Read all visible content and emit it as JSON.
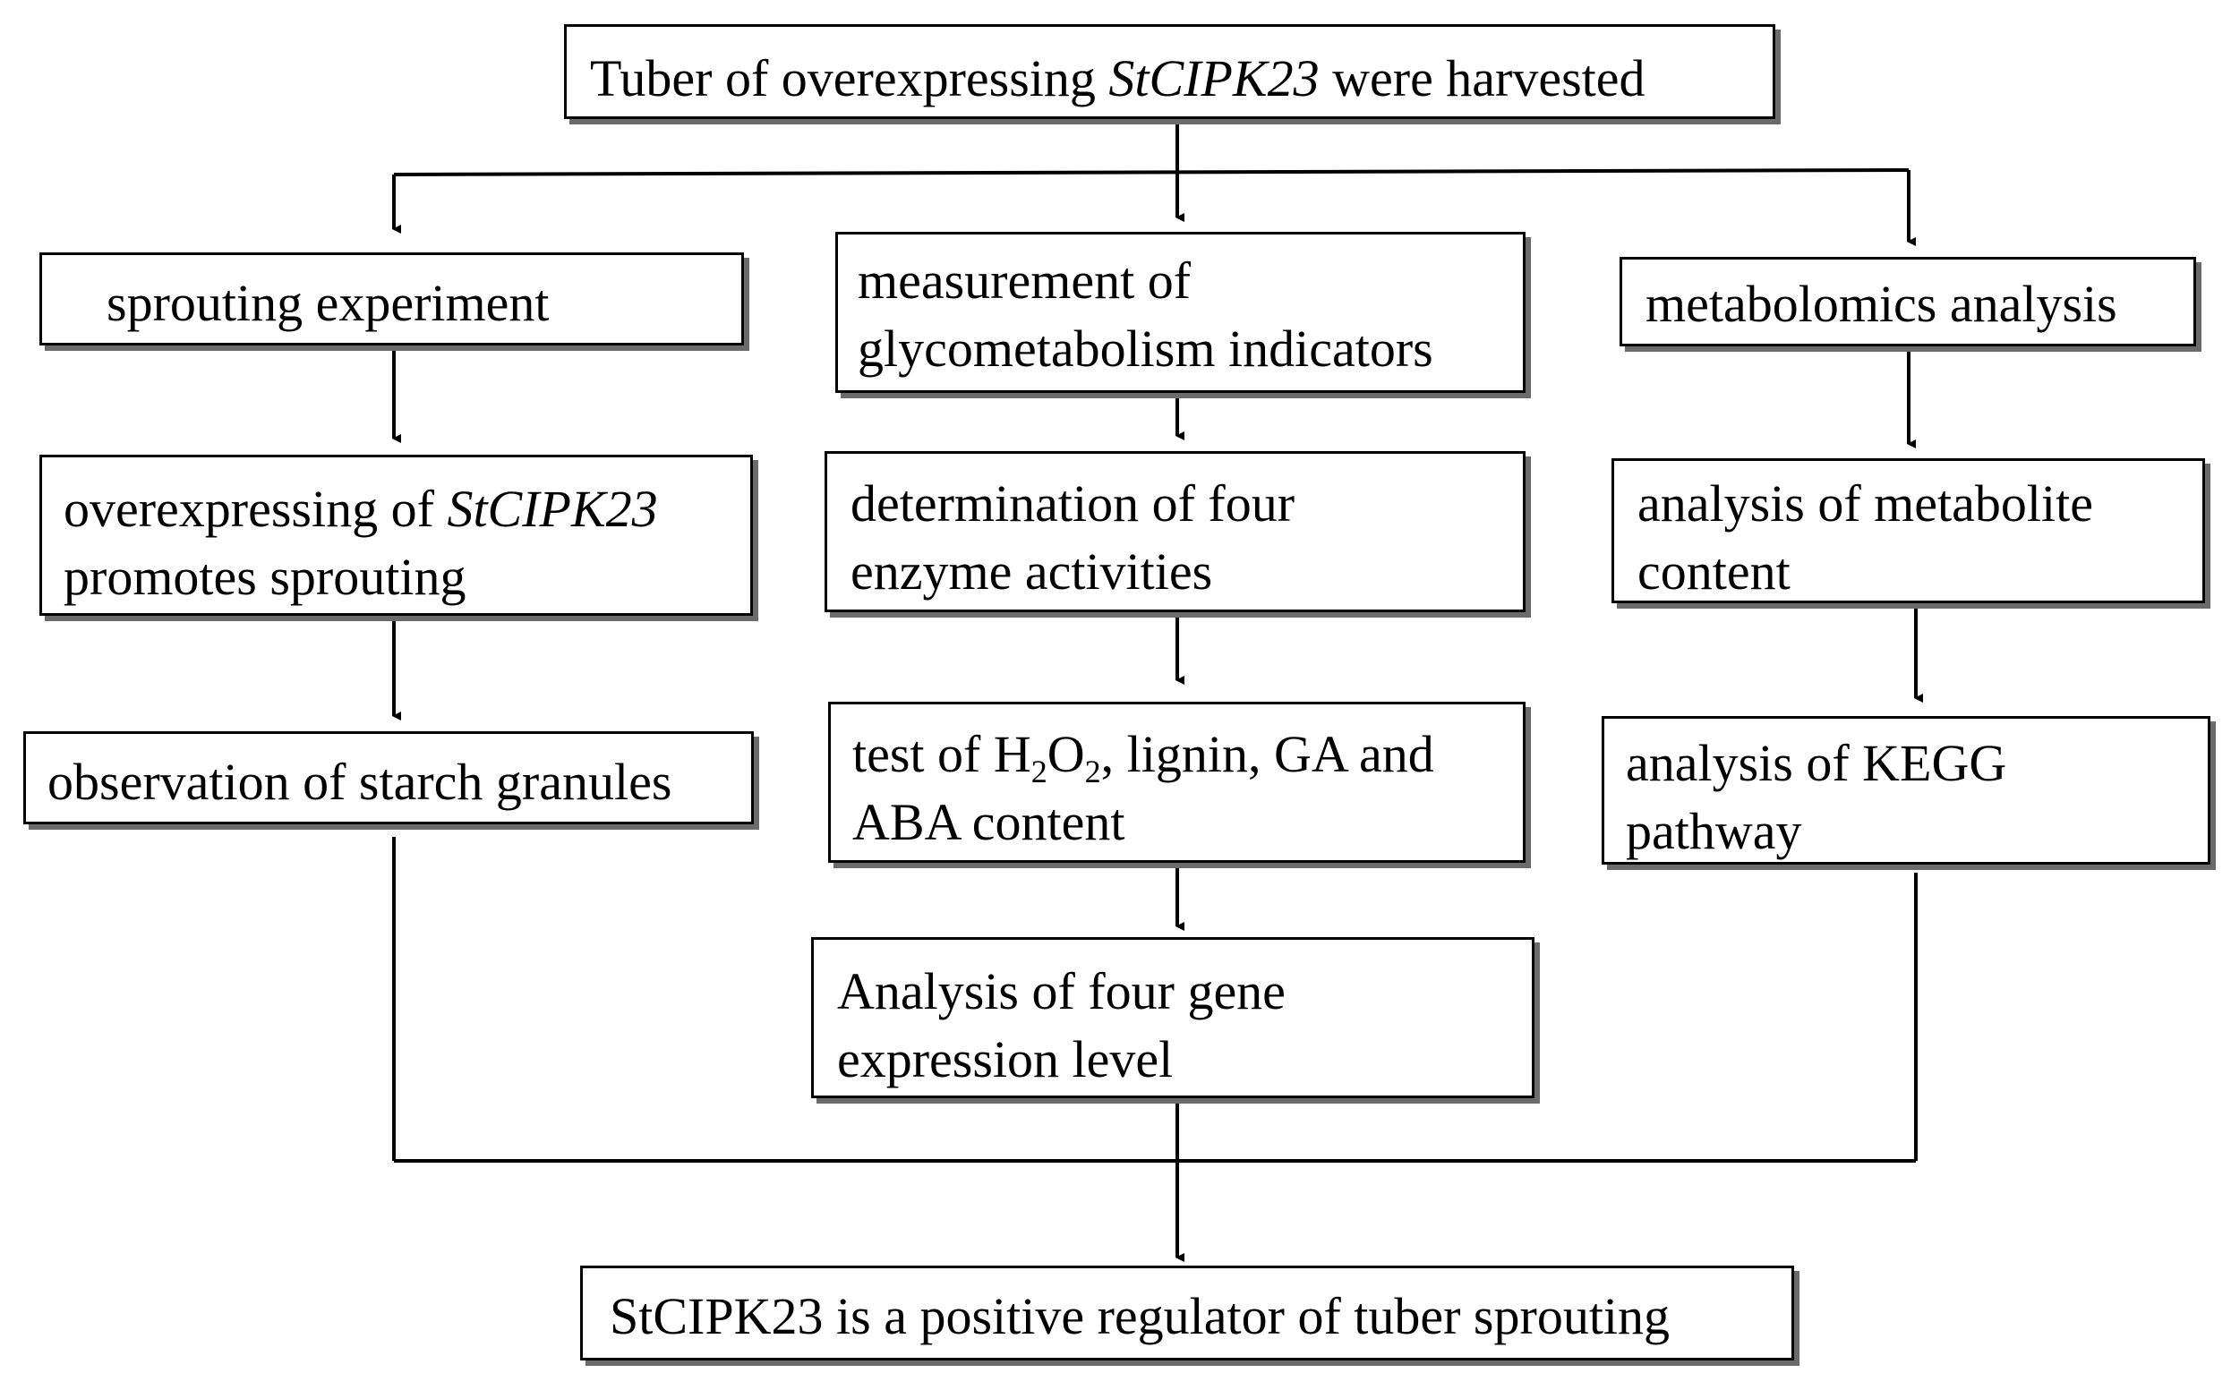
{
  "top": {
    "prefix": "Tuber of overexpressing ",
    "gene": "StCIPK23",
    "suffix": " were harvested"
  },
  "left": {
    "box1": "sprouting experiment",
    "box2": {
      "line1_prefix": "overexpressing of ",
      "line1_gene": "StCIPK23",
      "line2": "promotes sprouting"
    },
    "box3": "observation of starch granules"
  },
  "middle": {
    "box1": {
      "line1": "measurement of",
      "line2": "glycometabolism indicators"
    },
    "box2": {
      "line1": "determination of four",
      "line2": "enzyme activities"
    },
    "box3": {
      "line1_prefix": "test of H",
      "sub1": "2",
      "mid": "O",
      "sub2": "2",
      "line1_suffix": ", lignin, GA and",
      "line2": "ABA content"
    },
    "box4": {
      "line1": "Analysis of four gene",
      "line2": "expression level"
    }
  },
  "right": {
    "box1": "metabolomics analysis",
    "box2": {
      "line1": "analysis of metabolite",
      "line2": "content"
    },
    "box3": {
      "line1": "analysis of  KEGG",
      "line2": "pathway"
    }
  },
  "bottom": "StCIPK23 is a positive regulator of  tuber sprouting"
}
